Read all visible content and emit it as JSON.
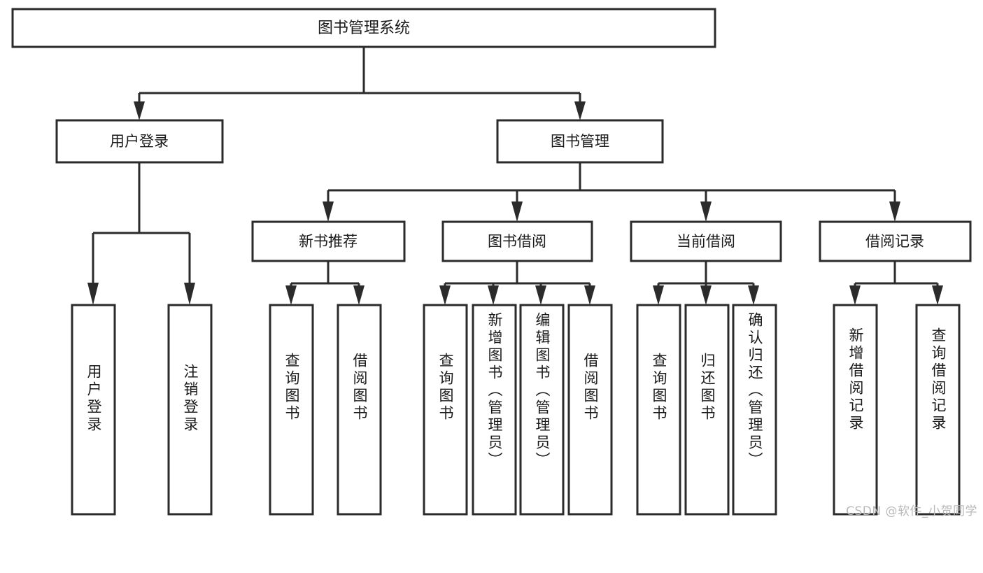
{
  "diagram": {
    "title": "图书管理系统",
    "type": "hierarchy-tree",
    "root": {
      "id": "root",
      "label": "图书管理系统",
      "orientation": "horizontal"
    },
    "level2": [
      {
        "id": "user-login",
        "label": "用户登录",
        "orientation": "horizontal"
      },
      {
        "id": "book-management",
        "label": "图书管理",
        "orientation": "horizontal"
      }
    ],
    "level3": [
      {
        "id": "new-book-recommend",
        "label": "新书推荐",
        "orientation": "horizontal",
        "parent": "book-management"
      },
      {
        "id": "book-borrow",
        "label": "图书借阅",
        "orientation": "horizontal",
        "parent": "book-management"
      },
      {
        "id": "current-borrow",
        "label": "当前借阅",
        "orientation": "horizontal",
        "parent": "book-management"
      },
      {
        "id": "borrow-record",
        "label": "借阅记录",
        "orientation": "horizontal",
        "parent": "book-management"
      }
    ],
    "leaves": [
      {
        "id": "leaf-user-login",
        "label": "用户登录",
        "orientation": "vertical",
        "parent": "user-login"
      },
      {
        "id": "leaf-user-logout",
        "label": "注销登录",
        "orientation": "vertical",
        "parent": "user-login"
      },
      {
        "id": "leaf-query-book-1",
        "label": "查询图书",
        "orientation": "vertical",
        "parent": "new-book-recommend"
      },
      {
        "id": "leaf-borrow-book-1",
        "label": "借阅图书",
        "orientation": "vertical",
        "parent": "new-book-recommend"
      },
      {
        "id": "leaf-query-book-2",
        "label": "查询图书",
        "orientation": "vertical",
        "parent": "book-borrow"
      },
      {
        "id": "leaf-add-book",
        "label": "新增图书（管理员）",
        "orientation": "vertical",
        "parent": "book-borrow"
      },
      {
        "id": "leaf-edit-book",
        "label": "编辑图书（管理员）",
        "orientation": "vertical",
        "parent": "book-borrow"
      },
      {
        "id": "leaf-borrow-book-2",
        "label": "借阅图书",
        "orientation": "vertical",
        "parent": "book-borrow"
      },
      {
        "id": "leaf-query-book-3",
        "label": "查询图书",
        "orientation": "vertical",
        "parent": "current-borrow"
      },
      {
        "id": "leaf-return-book",
        "label": "归还图书",
        "orientation": "vertical",
        "parent": "current-borrow"
      },
      {
        "id": "leaf-confirm-return",
        "label": "确认归还（管理员）",
        "orientation": "vertical",
        "parent": "current-borrow"
      },
      {
        "id": "leaf-add-record",
        "label": "新增借阅记录",
        "orientation": "vertical",
        "parent": "borrow-record"
      },
      {
        "id": "leaf-query-record",
        "label": "查询借阅记录",
        "orientation": "vertical",
        "parent": "borrow-record"
      }
    ],
    "colors": {
      "background": "#ffffff",
      "box_fill": "#ffffff",
      "box_stroke": "#2b2b2b",
      "text": "#1a1a1a",
      "watermark": "#b9b9b9"
    }
  },
  "watermark": {
    "text": "CSDN @软件_小贺同学"
  }
}
